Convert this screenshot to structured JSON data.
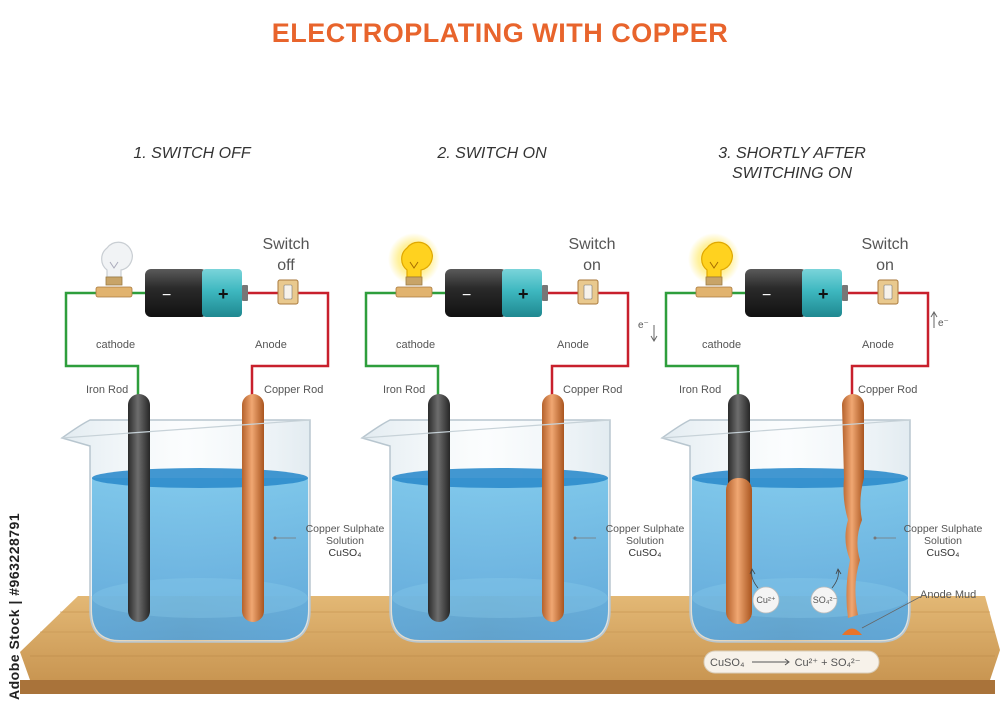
{
  "title": "ELECTROPLATING WITH COPPER",
  "watermark": "Adobe Stock | #963228791",
  "panels": [
    {
      "step": "1. SWITCH OFF",
      "switch_line1": "Switch",
      "switch_line2": "off",
      "cathode": "cathode",
      "anode": "Anode",
      "left_rod": "Iron Rod",
      "right_rod": "Copper Rod",
      "sol_line1": "Copper Sulphate",
      "sol_line2": "Solution",
      "sol_formula": "CuSO₄",
      "bulb_lit": false
    },
    {
      "step": "2. SWITCH ON",
      "switch_line1": "Switch",
      "switch_line2": "on",
      "cathode": "cathode",
      "anode": "Anode",
      "left_rod": "Iron Rod",
      "right_rod": "Copper Rod",
      "sol_line1": "Copper Sulphate",
      "sol_line2": "Solution",
      "sol_formula": "CuSO₄",
      "bulb_lit": true
    },
    {
      "step_line1": "3. SHORTLY AFTER",
      "step_line2": "SWITCHING ON",
      "switch_line1": "Switch",
      "switch_line2": "on",
      "cathode": "cathode",
      "anode": "Anode",
      "left_rod": "Iron Rod",
      "right_rod": "Copper Rod",
      "sol_line1": "Copper Sulphate",
      "sol_line2": "Solution",
      "sol_formula": "CuSO₄",
      "electron_left": "e⁻",
      "electron_right": "e⁻",
      "ion_cu": "Cu²⁺",
      "ion_so4": "SO₄²⁻",
      "anode_mud": "Anode Mud",
      "equation_left": "CuSO₄",
      "equation_right": "Cu²⁺ + SO₄²⁻",
      "bulb_lit": true
    }
  ],
  "battery": {
    "minus": "−",
    "plus": "+"
  },
  "colors": {
    "title": "#e8642c",
    "water": "#5aaee0",
    "wire_neg": "#2e9e3c",
    "wire_pos": "#c8202c",
    "copper": "#d07a40",
    "iron": "#404040",
    "table": "#d8ab68",
    "battery_cap": "#3eb8c0"
  }
}
